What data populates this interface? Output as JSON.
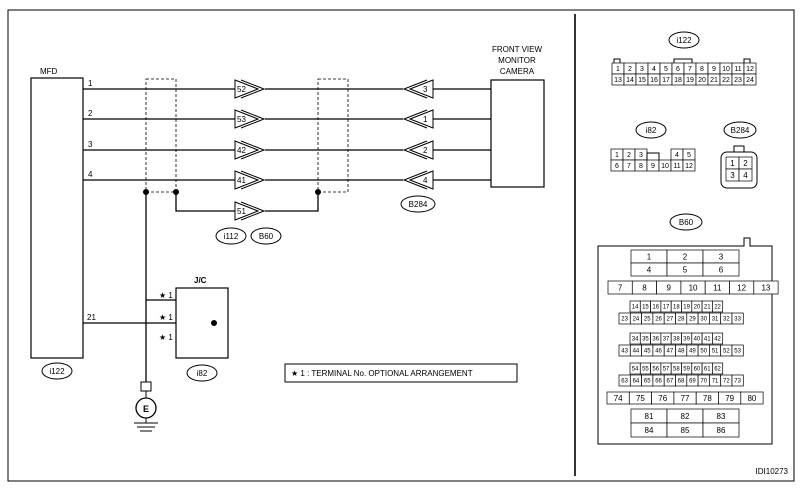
{
  "diagram_id": "IDI10273",
  "mfd": {
    "label": "MFD",
    "connector": "i122",
    "pins": [
      {
        "label": "1"
      },
      {
        "label": "2"
      },
      {
        "label": "3"
      },
      {
        "label": "4"
      },
      {
        "label": "21"
      }
    ]
  },
  "camera": {
    "label_lines": [
      "FRONT VIEW",
      "MONITOR",
      "CAMERA"
    ]
  },
  "i112_pins": [
    "52",
    "53",
    "42",
    "41",
    "51"
  ],
  "b284_pins": [
    "3",
    "1",
    "2",
    "4"
  ],
  "connector_tags": {
    "i112": "i112",
    "b60": "B60",
    "b284": "B284",
    "i122": "i122",
    "i82": "i82"
  },
  "jc": {
    "label": "J/C",
    "marks": [
      "★ 1",
      "★ 1",
      "★ 1"
    ],
    "connector": "i82"
  },
  "note": "★ 1 : TERMINAL No. OPTIONAL ARRANGEMENT",
  "ground_symbol": "E",
  "connectors": {
    "i122": {
      "title": "i122",
      "row1": [
        "1",
        "2",
        "3",
        "4",
        "5",
        "6",
        "7",
        "8",
        "9",
        "10",
        "11",
        "12"
      ],
      "row2": [
        "13",
        "14",
        "15",
        "16",
        "17",
        "18",
        "19",
        "20",
        "21",
        "22",
        "23",
        "24"
      ]
    },
    "i82": {
      "title": "i82",
      "row1_left": [
        "1",
        "2",
        "3"
      ],
      "row1_right": [
        "4",
        "5"
      ],
      "row2": [
        "6",
        "7",
        "8",
        "9",
        "10",
        "11",
        "12"
      ]
    },
    "b284": {
      "title": "B284",
      "cells": [
        "1",
        "2",
        "3",
        "4"
      ]
    },
    "b60": {
      "title": "B60",
      "rows": [
        [
          "1",
          "2",
          "3"
        ],
        [
          "4",
          "5",
          "6"
        ],
        [
          "7",
          "8",
          "9",
          "10",
          "11",
          "12",
          "13"
        ],
        [
          "14",
          "15",
          "16",
          "17",
          "18",
          "19",
          "20",
          "21",
          "22"
        ],
        [
          "23",
          "24",
          "25",
          "26",
          "27",
          "28",
          "29",
          "30",
          "31",
          "32",
          "33"
        ],
        [
          "34",
          "35",
          "36",
          "37",
          "38",
          "39",
          "40",
          "41",
          "42"
        ],
        [
          "43",
          "44",
          "45",
          "46",
          "47",
          "48",
          "49",
          "50",
          "51",
          "52",
          "53"
        ],
        [
          "54",
          "55",
          "56",
          "57",
          "58",
          "59",
          "60",
          "61",
          "62"
        ],
        [
          "63",
          "64",
          "65",
          "66",
          "67",
          "68",
          "69",
          "70",
          "71",
          "72",
          "73"
        ],
        [
          "74",
          "75",
          "76",
          "77",
          "78",
          "79",
          "80"
        ],
        [
          "81",
          "82",
          "83"
        ],
        [
          "84",
          "85",
          "86"
        ]
      ]
    }
  }
}
